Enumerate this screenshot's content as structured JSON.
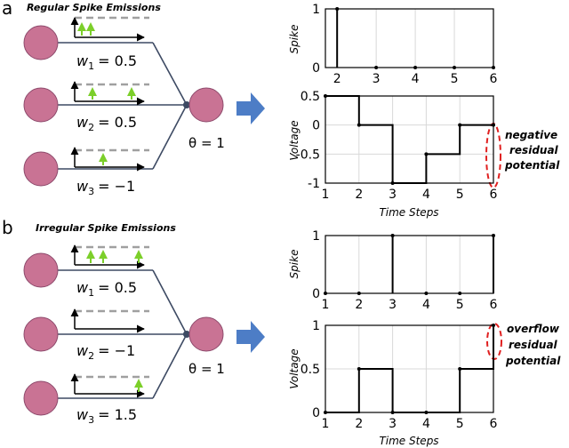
{
  "colors": {
    "neuron": "#c97394",
    "neuron_stroke": "#8e4a6c",
    "line": "#3d4a63",
    "spike_arrow": "#7ccf2a",
    "threshold_dash": "#a0a0a0",
    "big_arrow": "#4d7dc6",
    "residual_ellipse": "#e02020",
    "grid": "#d8d8d8",
    "plot": "#000000"
  },
  "panels": [
    {
      "letter": "a",
      "title": "Regular Spike Emissions",
      "weights": [
        {
          "sym": "w",
          "sub": "1",
          "value": "= 0.5"
        },
        {
          "sym": "w",
          "sub": "2",
          "value": "= 0.5"
        },
        {
          "sym": "w",
          "sub": "3",
          "value": "= −1"
        }
      ],
      "theta": "θ = 1",
      "annotation": [
        "negative",
        "residual",
        "potential"
      ],
      "spike_plot": {
        "ylabel": "Spike",
        "yticks": [
          "0",
          "1"
        ],
        "xticks": [
          "2",
          "3",
          "4",
          "5",
          "6"
        ]
      },
      "voltage_plot": {
        "ylabel": "Voltage",
        "yticks": [
          "0.5",
          "0",
          "-0.5",
          "-1"
        ],
        "xticks": [
          "1",
          "2",
          "3",
          "4",
          "5",
          "6"
        ],
        "xlabel": "Time Steps"
      }
    },
    {
      "letter": "b",
      "title": "Irregular Spike Emissions",
      "weights": [
        {
          "sym": "w",
          "sub": "1",
          "value": "= 0.5"
        },
        {
          "sym": "w",
          "sub": "2",
          "value": "= −1"
        },
        {
          "sym": "w",
          "sub": "3",
          "value": "= 1.5"
        }
      ],
      "theta": "θ = 1",
      "annotation": [
        "overflow",
        "residual",
        "potential"
      ],
      "spike_plot": {
        "ylabel": "Spike",
        "yticks": [
          "1",
          "0"
        ],
        "xticks": [
          "1",
          "2",
          "3",
          "4",
          "5",
          "6"
        ]
      },
      "voltage_plot": {
        "ylabel": "Voltage",
        "yticks": [
          "1",
          "0.5",
          "0"
        ],
        "xticks": [
          "1",
          "2",
          "3",
          "4",
          "5",
          "6"
        ],
        "xlabel": "Time Steps"
      }
    }
  ],
  "chart_data": [
    {
      "type": "line",
      "panel": "a",
      "title": "",
      "ylabel": "Spike",
      "xlabel": "",
      "x": [
        2,
        3,
        4,
        5,
        6
      ],
      "values": [
        1,
        0,
        0,
        0,
        0
      ],
      "xlim": [
        1.7,
        6
      ],
      "ylim": [
        0,
        1
      ],
      "style": "stem"
    },
    {
      "type": "line",
      "panel": "a",
      "title": "",
      "ylabel": "Voltage",
      "xlabel": "Time Steps",
      "x": [
        1,
        2,
        3,
        4,
        5,
        6
      ],
      "values": [
        0.5,
        0,
        -1,
        -0.5,
        0,
        0
      ],
      "xlim": [
        1,
        6
      ],
      "ylim": [
        -1,
        0.5
      ],
      "style": "step"
    },
    {
      "type": "line",
      "panel": "b",
      "title": "",
      "ylabel": "Spike",
      "xlabel": "",
      "x": [
        1,
        2,
        3,
        4,
        5,
        6
      ],
      "values": [
        0,
        0,
        1,
        0,
        0,
        1
      ],
      "xlim": [
        1,
        6
      ],
      "ylim": [
        0,
        1
      ],
      "style": "stem"
    },
    {
      "type": "line",
      "panel": "b",
      "title": "",
      "ylabel": "Voltage",
      "xlabel": "Time Steps",
      "x": [
        1,
        2,
        3,
        4,
        5,
        6
      ],
      "values": [
        0,
        0.5,
        0,
        0,
        0.5,
        1
      ],
      "xlim": [
        1,
        6
      ],
      "ylim": [
        0,
        1
      ],
      "style": "step"
    }
  ]
}
